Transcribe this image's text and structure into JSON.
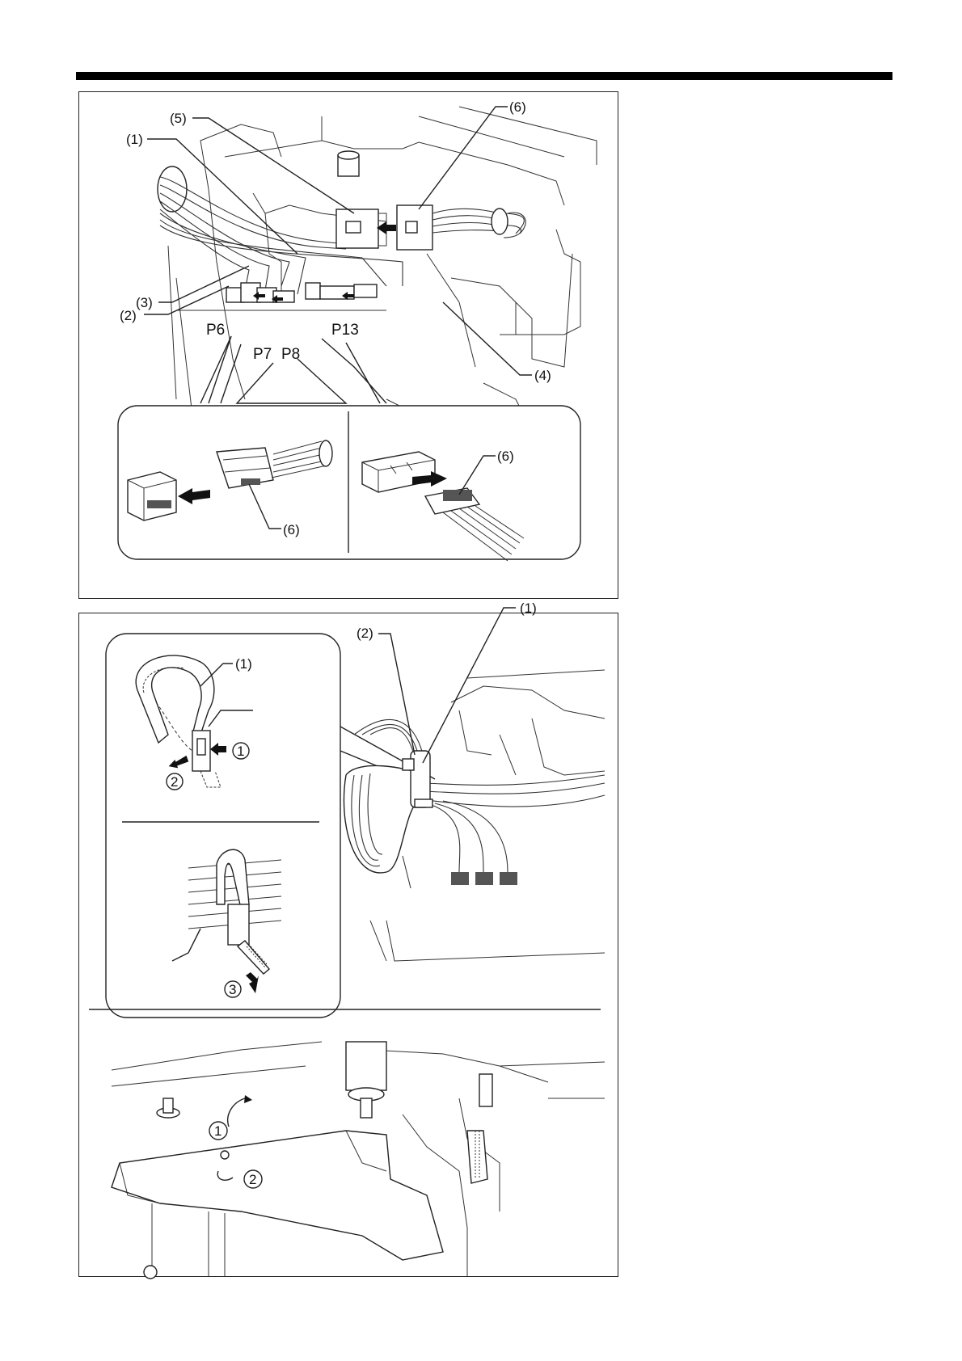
{
  "figure1": {
    "callouts": {
      "c1": "(1)",
      "c2": "(2)",
      "c3": "(3)",
      "c4": "(4)",
      "c5": "(5)",
      "c6": "(6)",
      "c6_left_inset": "(6)",
      "c6_right_inset": "(6)"
    },
    "connectors": {
      "p6": "P6",
      "p7": "P7",
      "p8": "P8",
      "p13": "P13"
    }
  },
  "figure2": {
    "inset_callouts": {
      "c1": "(1)",
      "step1": "1",
      "step2": "2",
      "step3": "3"
    },
    "main_callouts": {
      "c1": "(1)",
      "c2": "(2)"
    },
    "bottom_steps": {
      "step1": "1",
      "step2": "2"
    }
  }
}
